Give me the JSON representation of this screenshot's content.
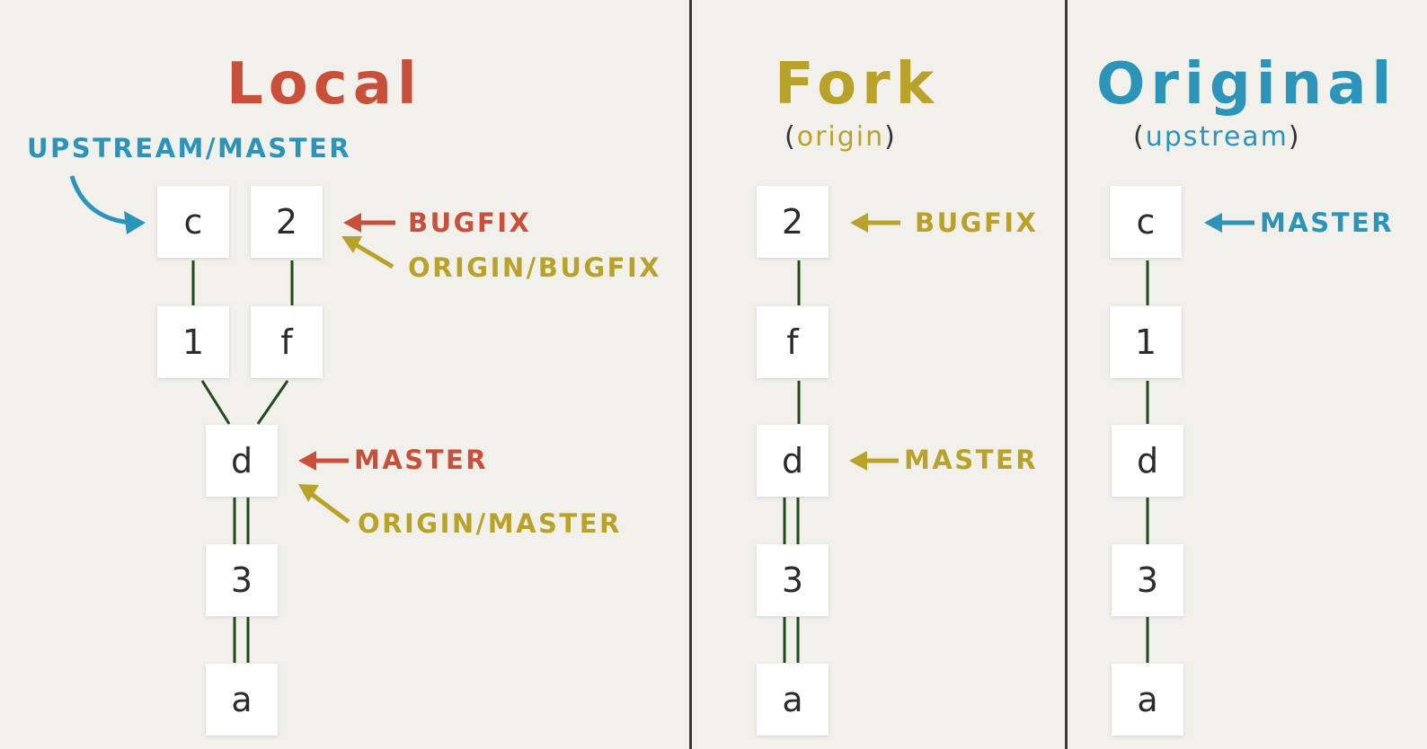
{
  "colors": {
    "local": "#c8503a",
    "fork": "#b9a22a",
    "original": "#2b94b8",
    "line": "#1f4a1f",
    "text": "#2b2b2b"
  },
  "local": {
    "title": "Local",
    "upstream_master_label": "UPSTREAM/MASTER",
    "bugfix_label": "BUGFIX",
    "origin_bugfix_label": "ORIGIN/BUGFIX",
    "master_label": "MASTER",
    "origin_master_label": "ORIGIN/MASTER",
    "commits": {
      "c": "c",
      "two": "2",
      "one": "1",
      "f": "f",
      "d": "d",
      "three": "3",
      "a": "a"
    }
  },
  "fork": {
    "title": "Fork",
    "subtitle_open": "(",
    "subtitle_word": "origin",
    "subtitle_close": ")",
    "bugfix_label": "BUGFIX",
    "master_label": "MASTER",
    "commits": {
      "two": "2",
      "f": "f",
      "d": "d",
      "three": "3",
      "a": "a"
    }
  },
  "original": {
    "title": "Original",
    "subtitle_open": "(",
    "subtitle_word": "upstream",
    "subtitle_close": ")",
    "master_label": "MASTER",
    "commits": {
      "c": "c",
      "one": "1",
      "d": "d",
      "three": "3",
      "a": "a"
    }
  }
}
